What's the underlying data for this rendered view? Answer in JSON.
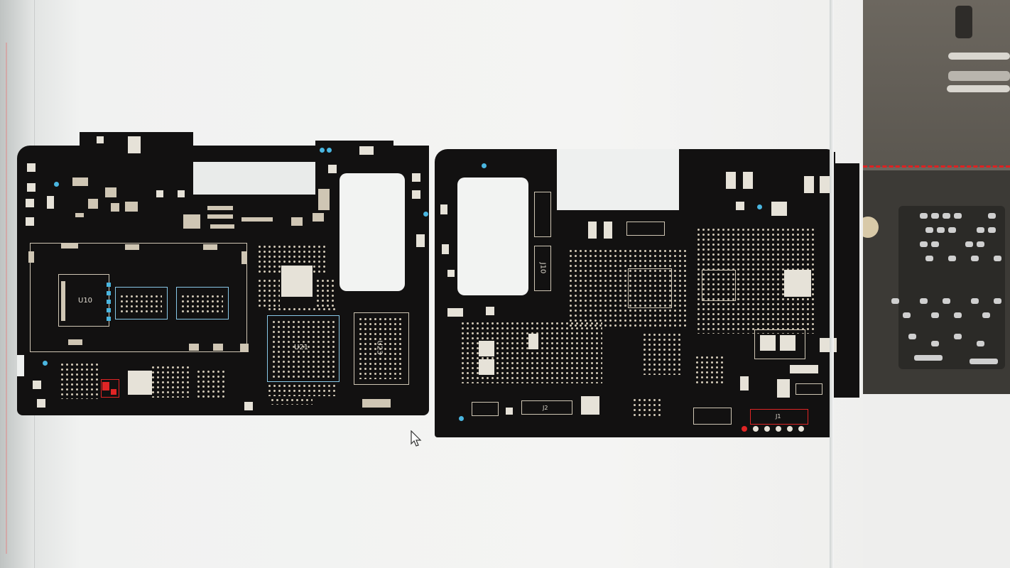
{
  "pcb_viewer": {
    "left_board_refs": {
      "u10": "U10",
      "u21": "U21",
      "u23": "U23"
    },
    "right_board_refs": {
      "j10": "J10",
      "j1": "J1",
      "j2": "J2"
    }
  },
  "colors": {
    "board": "#121111",
    "pad": "#cfc6b4",
    "highlight_blue": "#4ab6e0",
    "highlight_red": "#e02525",
    "background": "#f2f3f2"
  },
  "icons": {
    "cursor": "mouse-pointer-icon"
  }
}
